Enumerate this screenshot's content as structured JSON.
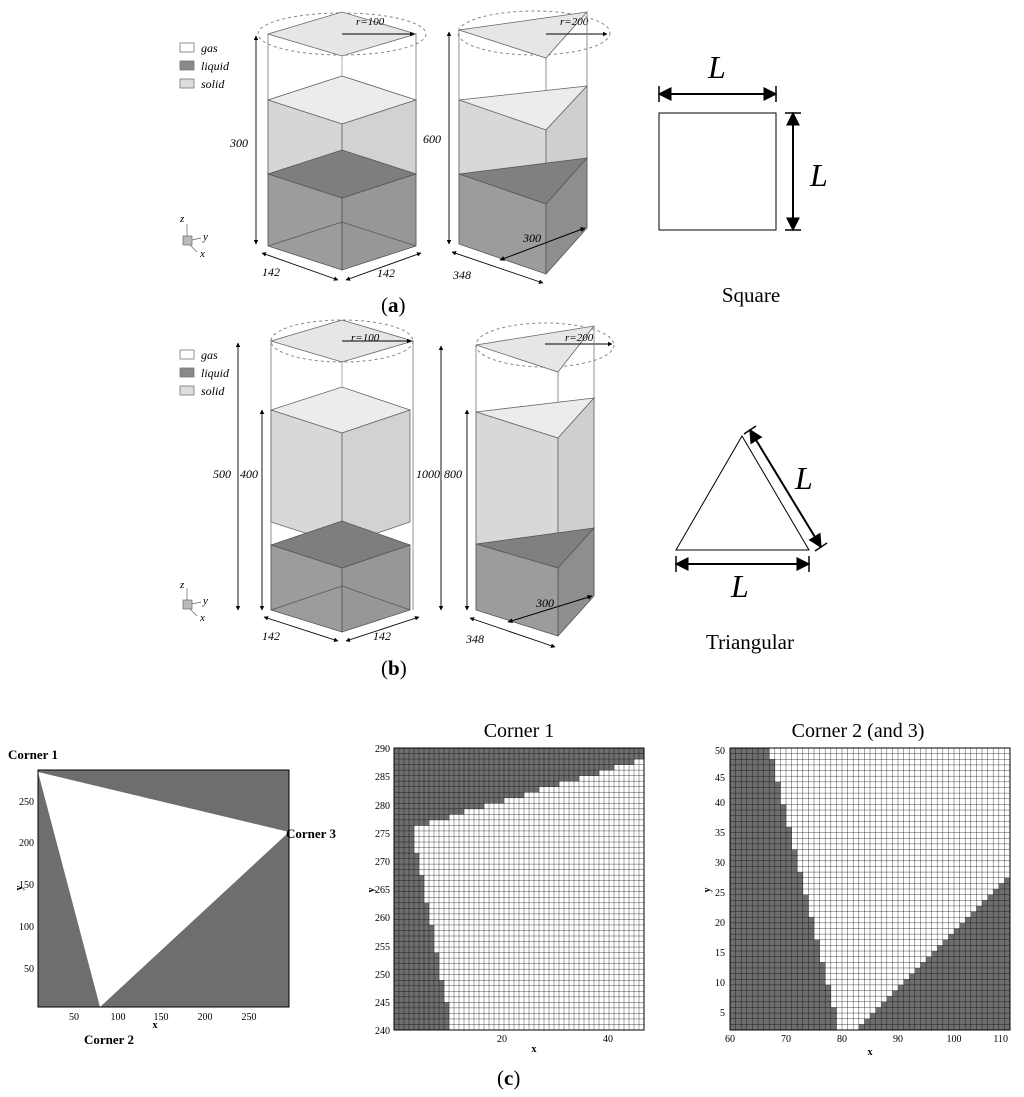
{
  "panel_a": {
    "label_open": "(",
    "label_letter": "a",
    "label_close": ")",
    "legend": [
      "gas",
      "liquid",
      "solid"
    ],
    "square_column": {
      "radius_label": "r=100",
      "height_label": "300",
      "base_left": "142",
      "base_right": "142"
    },
    "triangle_column": {
      "radius_label": "r=200",
      "height_label": "600",
      "base_label": "348",
      "inner_label": "300"
    },
    "axes": {
      "z": "z",
      "y": "y",
      "x": "x"
    },
    "shape": {
      "name": "Square",
      "side_label": "L"
    }
  },
  "panel_b": {
    "label_open": "(",
    "label_letter": "b",
    "label_close": ")",
    "legend": [
      "gas",
      "liquid",
      "solid"
    ],
    "square_column": {
      "radius_label": "r=100",
      "outer_height": "500",
      "inner_height": "400",
      "base_left": "142",
      "base_right": "142"
    },
    "triangle_column": {
      "radius_label": "r=200",
      "outer_height": "1000",
      "inner_height": "800",
      "base_label": "348",
      "inner_label": "300"
    },
    "axes": {
      "z": "z",
      "y": "y",
      "x": "x"
    },
    "shape": {
      "name": "Triangular",
      "side_label": "L"
    }
  },
  "panel_c": {
    "label_open": "(",
    "label_letter": "c",
    "label_close": ")",
    "overview": {
      "corner1": "Corner 1",
      "corner2": "Corner 2",
      "corner3": "Corner 3",
      "xlabel": "x",
      "ylabel": "y",
      "xticks": [
        "50",
        "100",
        "150",
        "200",
        "250"
      ],
      "yticks": [
        "50",
        "100",
        "150",
        "200",
        "250"
      ]
    },
    "zoom1": {
      "title": "Corner 1",
      "xlabel": "x",
      "ylabel": "y",
      "xticks": [
        "20",
        "40"
      ],
      "yticks": [
        "240",
        "245",
        "250",
        "255",
        "260",
        "265",
        "270",
        "275",
        "280",
        "285",
        "290"
      ]
    },
    "zoom2": {
      "title": "Corner 2 (and 3)",
      "xlabel": "x",
      "ylabel": "y",
      "xticks": [
        "60",
        "70",
        "80",
        "90",
        "100",
        "110"
      ],
      "yticks": [
        "5",
        "10",
        "15",
        "20",
        "25",
        "30",
        "35",
        "40",
        "45",
        "50"
      ]
    }
  },
  "colors": {
    "gas": "#ffffff",
    "liquid": "#9a9a9a",
    "solid": "#dddddd",
    "dark": "#6e6e6e"
  }
}
